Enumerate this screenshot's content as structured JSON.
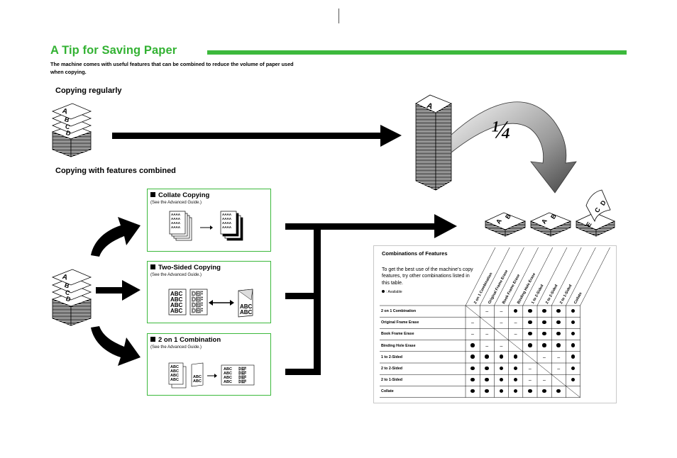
{
  "page": {
    "title": "A Tip for Saving Paper",
    "intro_line1": "The machine comes with useful features that can be combined to reduce the volume of paper used",
    "intro_line2": "when copying."
  },
  "sections": {
    "regular": "Copying regularly",
    "combined": "Copying with features combined"
  },
  "illustration": {
    "fraction": "¼",
    "stack_letter": "A",
    "output_letters": [
      "A",
      "B",
      "C",
      "D"
    ]
  },
  "features": [
    {
      "title": "Collate Copying",
      "subtitle": "(See the Advanced Guide.)"
    },
    {
      "title": "Two-Sided Copying",
      "subtitle": "(See the Advanced Guide.)"
    },
    {
      "title": "2 on 1 Combination",
      "subtitle": "(See the Advanced Guide.)"
    }
  ],
  "combinations": {
    "title": "Combinations of Features",
    "description": "To get the best use of the machine’s copy features, try other combinations listed in this table.",
    "legend_label": ": Available",
    "columns": [
      "2 on 1 Combination",
      "Original Frame Erase",
      "Book Frame Erase",
      "Binding Hole Erase",
      "1 to 2-Sided",
      "2 to 2-Sided",
      "2 to 1-Sided",
      "Collate"
    ],
    "rows": [
      {
        "label": "2 on 1 Combination",
        "cells": [
          "x",
          "-",
          "-",
          "o",
          "o",
          "o",
          "o",
          "o"
        ]
      },
      {
        "label": "Original Frame Erase",
        "cells": [
          "-",
          "x",
          "-",
          "-",
          "o",
          "o",
          "o",
          "o"
        ]
      },
      {
        "label": "Book Frame Erase",
        "cells": [
          "-",
          "-",
          "x",
          "-",
          "o",
          "o",
          "o",
          "o"
        ]
      },
      {
        "label": "Binding Hole Erase",
        "cells": [
          "o",
          "-",
          "-",
          "x",
          "o",
          "o",
          "o",
          "o"
        ]
      },
      {
        "label": "1 to 2-Sided",
        "cells": [
          "o",
          "o",
          "o",
          "o",
          "x",
          "-",
          "-",
          "o"
        ]
      },
      {
        "label": "2 to 2-Sided",
        "cells": [
          "o",
          "o",
          "o",
          "o",
          "-",
          "x",
          "-",
          "o"
        ]
      },
      {
        "label": "2 to 1-Sided",
        "cells": [
          "o",
          "o",
          "o",
          "o",
          "-",
          "-",
          "x",
          "o"
        ]
      },
      {
        "label": "Collate",
        "cells": [
          "o",
          "o",
          "o",
          "o",
          "o",
          "o",
          "o",
          "x"
        ]
      }
    ]
  }
}
